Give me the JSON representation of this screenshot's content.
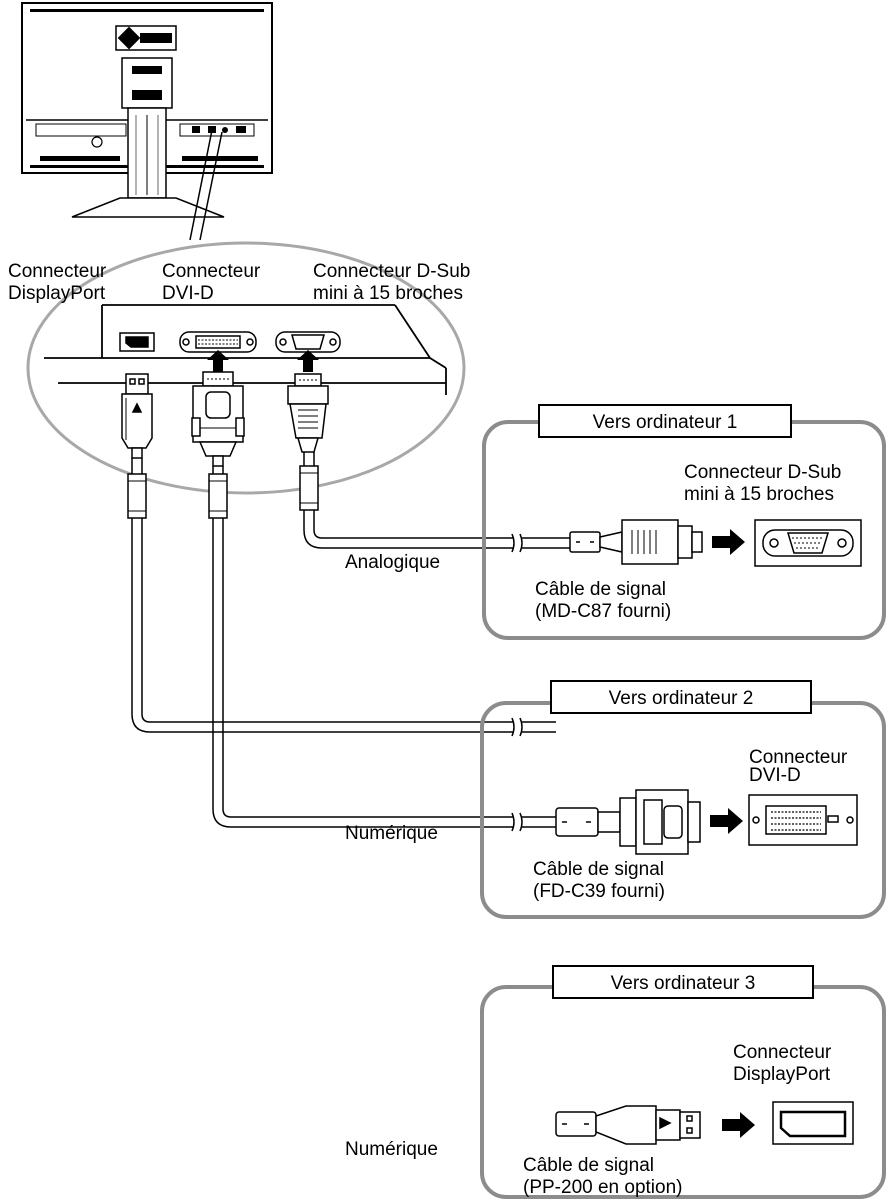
{
  "monitor_labels": {
    "displayport_l1": "Connecteur",
    "displayport_l2": "DisplayPort",
    "dvi_l1": "Connecteur",
    "dvi_l2": "DVI-D",
    "dsub_l1": "Connecteur D-Sub",
    "dsub_l2": "mini à 15 broches"
  },
  "computers": [
    {
      "title": "Vers ordinateur 1",
      "connector_l1": "Connecteur D-Sub",
      "connector_l2": "mini à 15 broches",
      "cable_l1": "Câble de signal",
      "cable_l2": "(MD-C87 fourni)",
      "signal": "Analogique"
    },
    {
      "title": "Vers ordinateur 2",
      "connector_l1": "Connecteur",
      "connector_l2": "DVI-D",
      "cable_l1": "Câble de signal",
      "cable_l2": "(FD-C39 fourni)",
      "signal": "Numérique"
    },
    {
      "title": "Vers ordinateur 3",
      "connector_l1": "Connecteur",
      "connector_l2": "DisplayPort",
      "cable_l1": "Câble de signal",
      "cable_l2": "(PP-200 en option)",
      "signal": "Numérique"
    }
  ],
  "colors": {
    "line": "#000000",
    "box_border": "#8c8c8c",
    "background": "#ffffff"
  }
}
